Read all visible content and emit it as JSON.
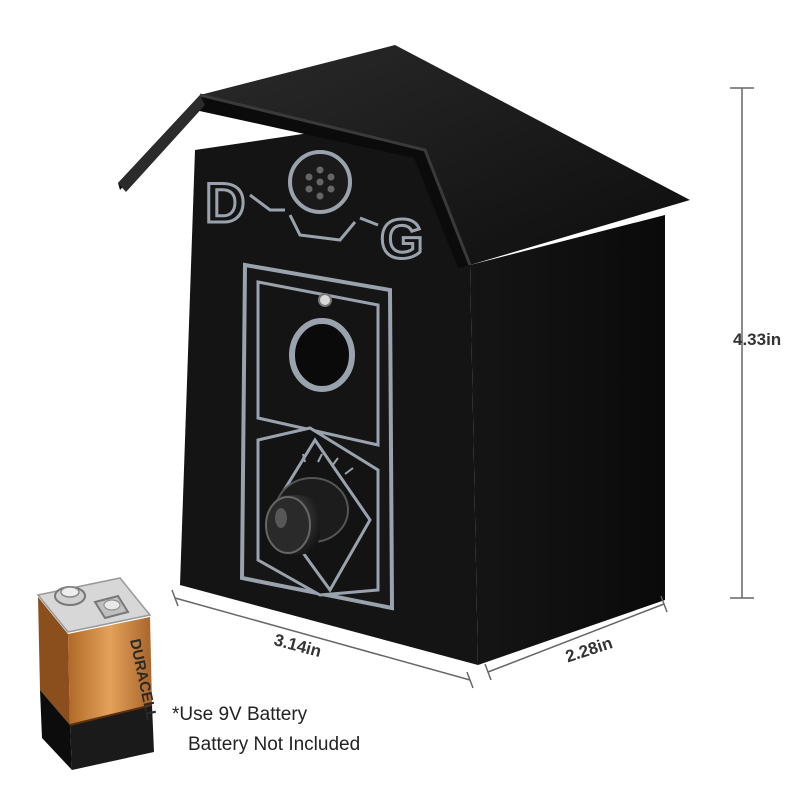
{
  "product": {
    "logo_left": "D",
    "logo_right": "G"
  },
  "dimensions": {
    "height": "4.33in",
    "width": "3.14in",
    "depth": "2.28in"
  },
  "battery": {
    "brand": "DURACELL"
  },
  "notes": {
    "line1": "*Use 9V Battery",
    "line2": "Battery Not Included"
  },
  "colors": {
    "housing": "#111111",
    "trim": "#9aa3ad",
    "battery_copper": "#c8813a",
    "battery_black": "#1a1a1a"
  }
}
